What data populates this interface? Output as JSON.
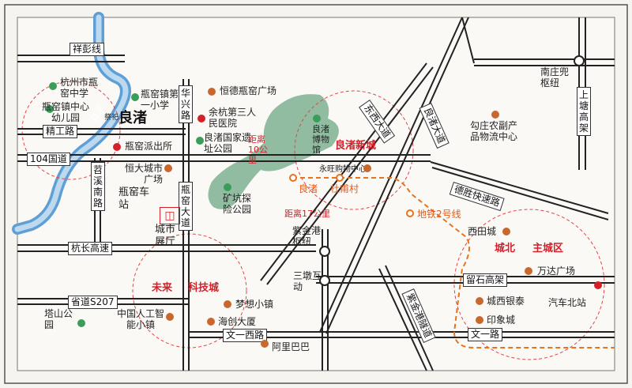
{
  "roads": {
    "xiangpeng": "祥彭线",
    "jinghu": "精工路",
    "guodao104": "104国道",
    "tiaoxi_nan": "苕溪南路",
    "huaxing": "华兴路",
    "pingyao_dadao": "瓶窑大道",
    "hangchang": "杭长高速",
    "shengdao": "省道S207",
    "wenyi_xi": "文一西路",
    "wenyi": "文一路",
    "dongxi_dadao": "东西大道",
    "liangzhu_dadao": "良渚大道",
    "zijingang": "紫金港隧道",
    "liushi": "留石高架",
    "shangtang": "上塘高架",
    "desheng": "德胜快速路",
    "tiaoxi_river": "苕溪"
  },
  "hubs": {
    "zijingang_hub": "紫金港枢纽",
    "sandun": "三墩互动",
    "nanzhuangdou": "南庄兜枢纽"
  },
  "poi": {
    "hangzhou_middle": "杭州市瓶窑中学",
    "kindergarten": "瓶窑镇中心幼儿园",
    "primary_school": "瓶窑镇第一小学",
    "liangzhu_logo": "良渚",
    "liangzhu_logo_sub": "祭祀",
    "hengde": "恒德瓶窑广场",
    "yuhang_hospital": "余杭第三人民医院",
    "liangzhu_park": "良渚国家遗址公园",
    "police": "瓶窑派出所",
    "hengda": "恒大城市广场",
    "station": "瓶窑车站",
    "exhibition": "城市展厅",
    "mine_park": "矿坑探险公园",
    "liangzhu_museum": "良渚博物馆",
    "yongwang": "永旺购物中心",
    "gouzhuang": "勾庄农副产品物流中心",
    "xitian": "西田城",
    "wanda": "万达广场",
    "chengxi_yintai": "城西银泰",
    "qiche_beizhan": "汽车北站",
    "yinxiang": "印象城",
    "dream_town": "梦想小镇",
    "haichuang": "海创大厦",
    "alibaba": "阿里巴巴",
    "ai_town": "中国人工智能小镇",
    "tashan": "塔山公园"
  },
  "areas": {
    "liangzhu_new": "良渚新城",
    "weilai": "未来",
    "keji": "科技城",
    "chengbei": "城北",
    "zhucheng": "主城区"
  },
  "distances": {
    "d10": "距离10公里",
    "d17": "距离17公里"
  },
  "metro": {
    "line": "地铁2号线",
    "liangzhu_stop": "良渚",
    "dupu_stop": "杜甫村"
  }
}
